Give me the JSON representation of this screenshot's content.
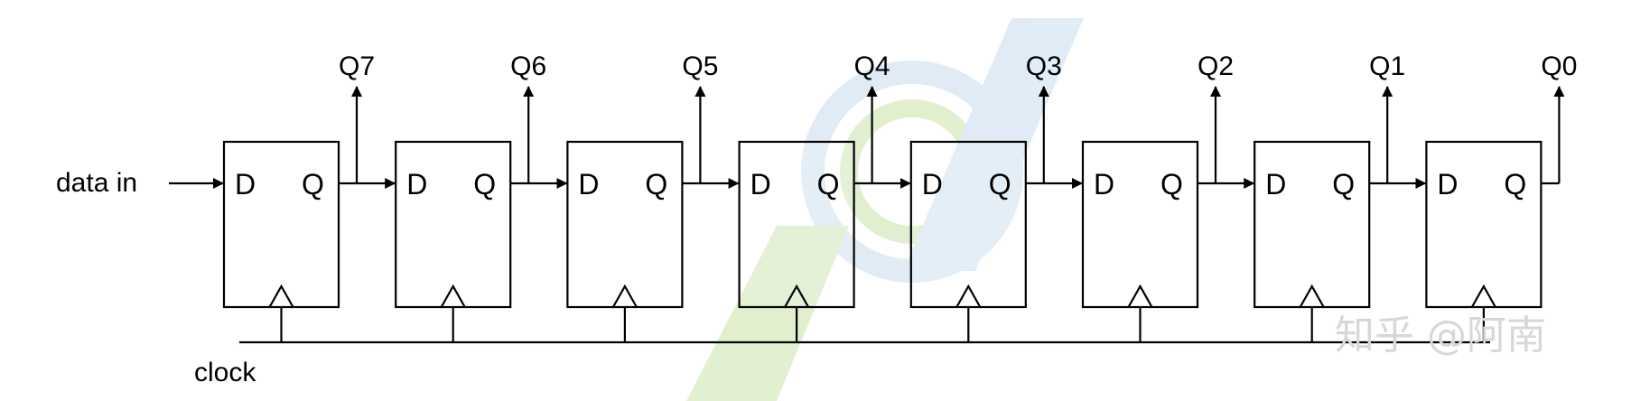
{
  "input_label": "data in",
  "clock_label": "clock",
  "watermark_text": "知乎 @阿南",
  "flip_flops": [
    {
      "d_label": "D",
      "q_label": "Q",
      "output_label": "Q7"
    },
    {
      "d_label": "D",
      "q_label": "Q",
      "output_label": "Q6"
    },
    {
      "d_label": "D",
      "q_label": "Q",
      "output_label": "Q5"
    },
    {
      "d_label": "D",
      "q_label": "Q",
      "output_label": "Q4"
    },
    {
      "d_label": "D",
      "q_label": "Q",
      "output_label": "Q3"
    },
    {
      "d_label": "D",
      "q_label": "Q",
      "output_label": "Q2"
    },
    {
      "d_label": "D",
      "q_label": "Q",
      "output_label": "Q1"
    },
    {
      "d_label": "D",
      "q_label": "Q",
      "output_label": "Q0"
    }
  ],
  "colors": {
    "line": "#000000",
    "watermark_green": "#c9e3a9",
    "watermark_blue": "#c7dcee"
  }
}
